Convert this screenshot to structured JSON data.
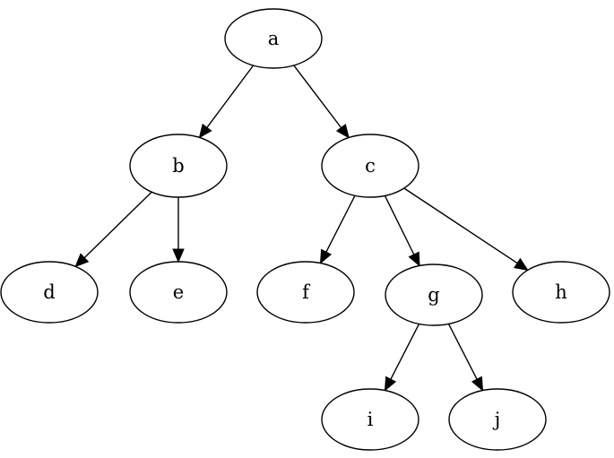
{
  "diagram": {
    "nodes": [
      {
        "id": "a",
        "label": "a"
      },
      {
        "id": "b",
        "label": "b"
      },
      {
        "id": "c",
        "label": "c"
      },
      {
        "id": "d",
        "label": "d"
      },
      {
        "id": "e",
        "label": "e"
      },
      {
        "id": "f",
        "label": "f"
      },
      {
        "id": "g",
        "label": "g"
      },
      {
        "id": "h",
        "label": "h"
      },
      {
        "id": "i",
        "label": "i"
      },
      {
        "id": "j",
        "label": "j"
      }
    ],
    "edges": [
      {
        "from": "a",
        "to": "b"
      },
      {
        "from": "a",
        "to": "c"
      },
      {
        "from": "b",
        "to": "d"
      },
      {
        "from": "b",
        "to": "e"
      },
      {
        "from": "c",
        "to": "f"
      },
      {
        "from": "c",
        "to": "g"
      },
      {
        "from": "c",
        "to": "h"
      },
      {
        "from": "g",
        "to": "i"
      },
      {
        "from": "g",
        "to": "j"
      }
    ]
  }
}
